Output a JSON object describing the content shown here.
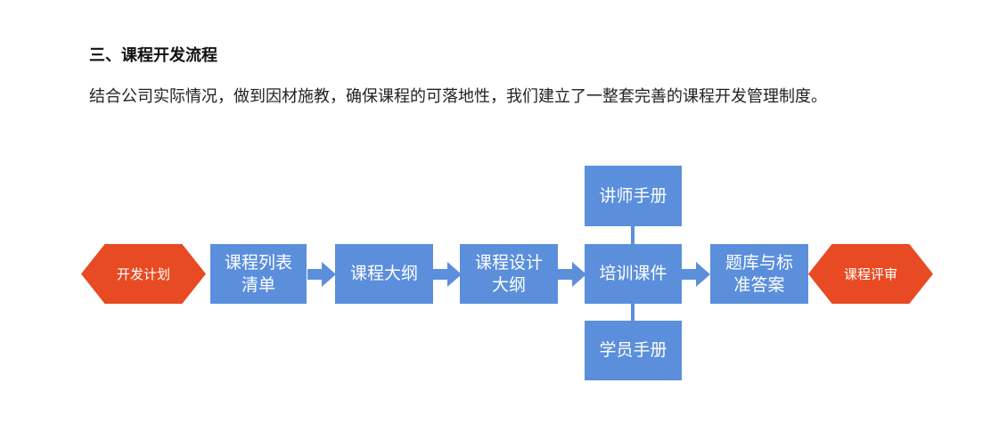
{
  "section": {
    "heading": "三、课程开发流程",
    "intro": "结合公司实际情况，做到因材施教，确保课程的可落地性，我们建立了一整套完善的课程开发管理制度。"
  },
  "diagram": {
    "start": "开发计划",
    "steps": [
      {
        "line1": "课程列表",
        "line2": "清单"
      },
      {
        "line1": "课程大纲",
        "line2": ""
      },
      {
        "line1": "课程设计",
        "line2": "大纲"
      },
      {
        "line1": "培训课件",
        "line2": ""
      },
      {
        "line1": "题库与标",
        "line2": "准答案"
      }
    ],
    "upper_branch": "讲师手册",
    "lower_branch": "学员手册",
    "end": "课程评审"
  },
  "colors": {
    "box": "#5b8fdc",
    "terminal": "#e84a23"
  }
}
